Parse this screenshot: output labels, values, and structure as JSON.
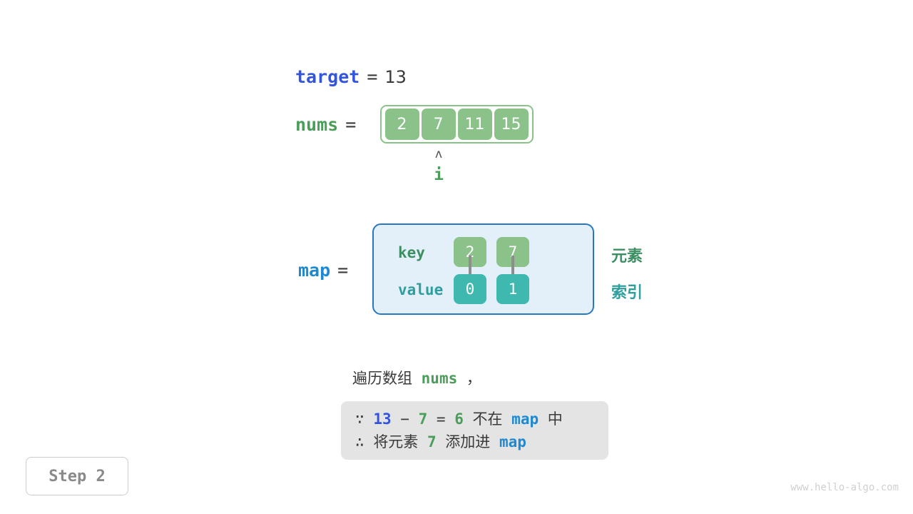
{
  "target": {
    "label": "target",
    "equals": "=",
    "value": "13"
  },
  "nums": {
    "label": "nums",
    "equals": "=",
    "cells": [
      "2",
      "7",
      "11",
      "15"
    ]
  },
  "pointer": {
    "caret": "ʌ",
    "label": "i",
    "index": 1
  },
  "map": {
    "label": "map",
    "equals": "=",
    "row_labels": {
      "key": "key",
      "value": "value"
    },
    "keys": [
      "2",
      "7"
    ],
    "values": [
      "0",
      "1"
    ],
    "arrow_icon": "down-arrow-icon"
  },
  "legend": {
    "element": "元素",
    "index": "索引"
  },
  "caption": {
    "prefix": "遍历数组",
    "code": "nums",
    "suffix": "，"
  },
  "note": {
    "line1": {
      "because_symbol": "∵",
      "a": "13",
      "minus": "−",
      "b": "7",
      "eq": "=",
      "result": "6",
      "mid": "不在",
      "map": "map",
      "end": "中"
    },
    "line2": {
      "therefore_symbol": "∴",
      "pre": "将元素",
      "num": "7",
      "mid": "添加进",
      "map": "map"
    }
  },
  "step_badge": {
    "label": "Step 2"
  },
  "watermark": {
    "text": "www.hello-algo.com"
  },
  "colors": {
    "green": "#4a9e5a",
    "cell_green": "#8ac28a",
    "teal": "#3fb8b0",
    "teal_text": "#2f9e9e",
    "royal_blue": "#3355dd",
    "light_blue": "#1f8ad0",
    "map_fill": "#e3f0fa",
    "map_border": "#2878c0",
    "note_bg": "#e4e4e4",
    "arrow_gray": "#8e8e8e"
  }
}
